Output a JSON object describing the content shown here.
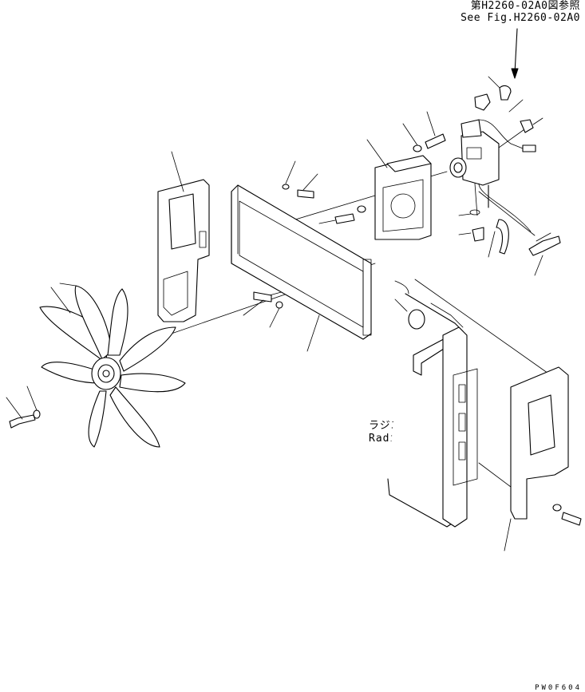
{
  "reference_note": {
    "line1": "第H2260-02A0図参照",
    "line2": "See Fig.H2260-02A0"
  },
  "radiator_label": {
    "japanese": "ラジエータ",
    "english": "Radiator"
  },
  "drawing_id": "PW0F604"
}
